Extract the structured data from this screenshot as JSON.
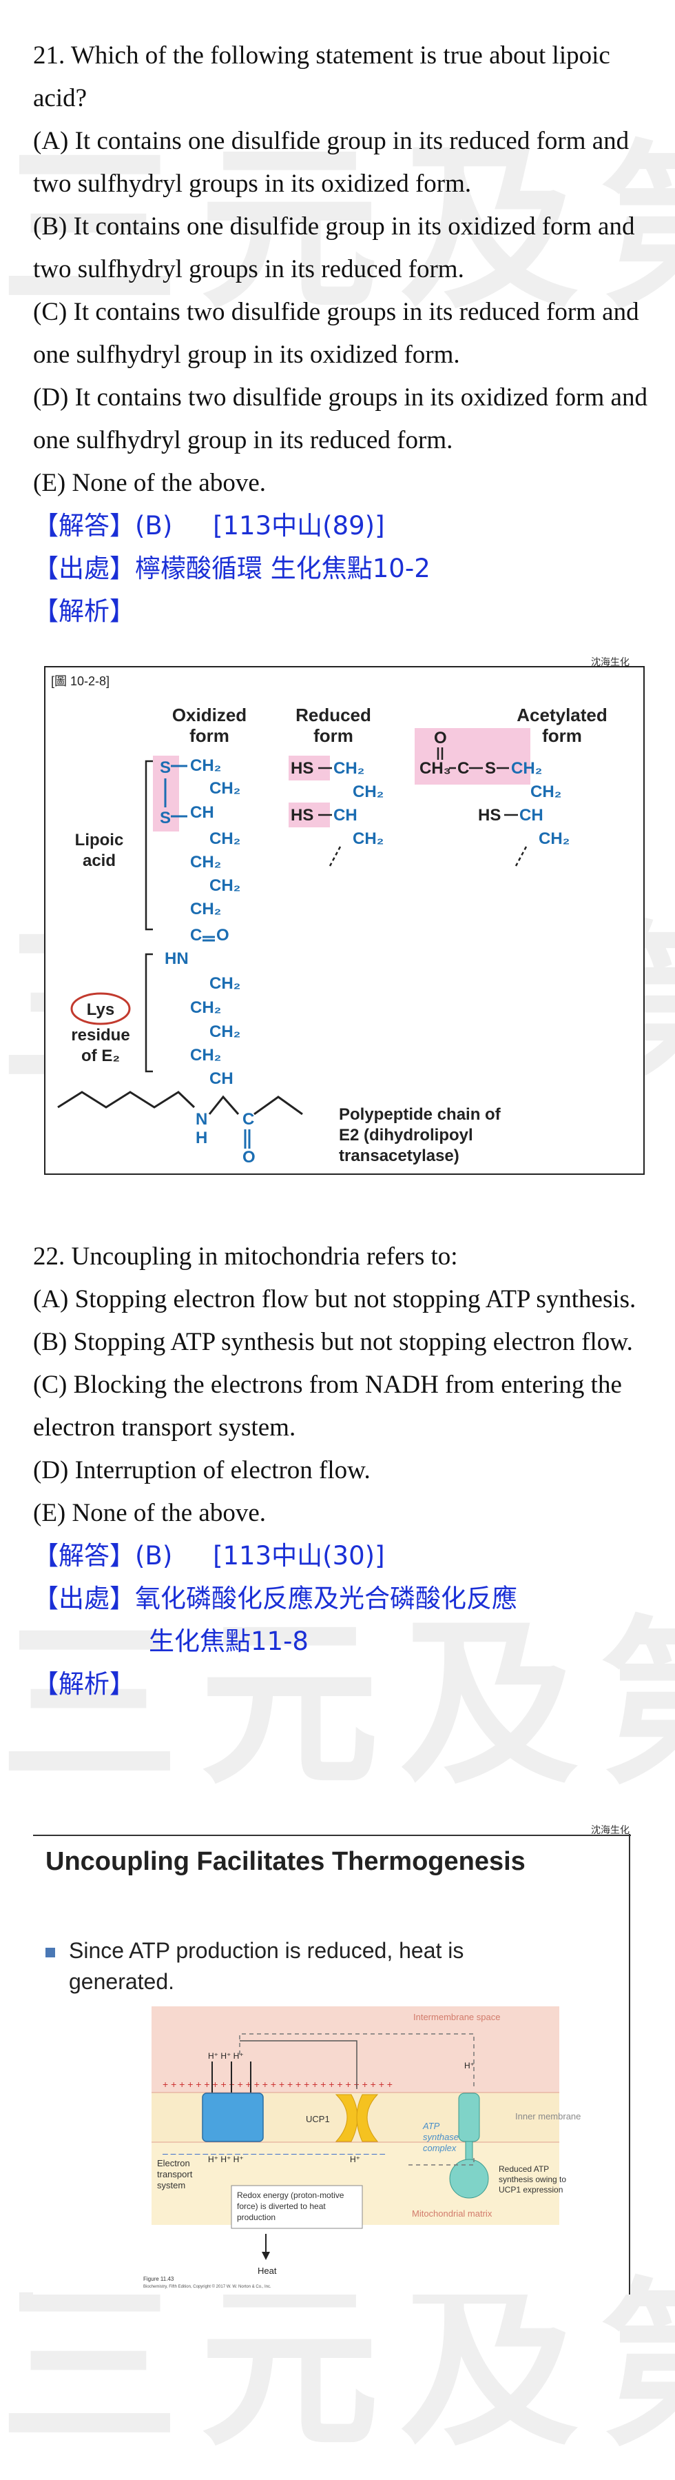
{
  "watermark": "三元及第",
  "q21": {
    "question": "21. Which of the following statement is true about lipoic acid?",
    "options": [
      "(A) It contains one disulfide group in its reduced form and two sulfhydryl groups in its oxidized form.",
      "(B) It contains one disulfide group in its oxidized form and two sulfhydryl groups in its reduced form.",
      "(C) It contains two disulfide groups in its reduced form and one sulfhydryl group in its oxidized form.",
      "(D) It contains two disulfide groups in its oxidized form and one sulfhydryl group in its reduced form.",
      "(E) None of the above."
    ],
    "answer_label": "【解答】",
    "answer": "(B)",
    "source_ref": "[113中山(89)]",
    "origin_label": "【出處】",
    "origin": "檸檬酸循環 生化焦點10-2",
    "analysis_label": "【解析】",
    "credit": "沈海生化",
    "figure": {
      "tag": "[圖 10-2-8]",
      "col_oxidized": "Oxidized form",
      "col_reduced": "Reduced form",
      "col_acetylated": "Acetylated form",
      "lipoic_label": "Lipoic acid",
      "lys_label": "Lys",
      "residue_label": "residue of E2",
      "chain_label": "Polypeptide chain of",
      "chain_label2": "E2 (dihydrolipoyl",
      "chain_label3": "transacetylase)"
    }
  },
  "q22": {
    "question": "22. Uncoupling in mitochondria refers to:",
    "options": [
      "(A) Stopping electron flow but not stopping ATP synthesis.",
      "(B) Stopping ATP synthesis but not stopping electron flow.",
      "(C) Blocking the electrons from NADH from entering the electron transport system.",
      "(D) Interruption of electron flow.",
      "(E) None of the above."
    ],
    "answer_label": "【解答】",
    "answer": "(B)",
    "source_ref": "[113中山(30)]",
    "origin_label": "【出處】",
    "origin_line1": "氧化磷酸化反應及光合磷酸化反應",
    "origin_line2": "生化焦點11-8",
    "analysis_label": "【解析】",
    "credit": "沈海生化",
    "slide": {
      "title": "Uncoupling Facilitates Thermogenesis",
      "bullet": "Since ATP production is reduced, heat is generated.",
      "intermembrane": "Intermembrane space",
      "inner_membrane": "Inner membrane",
      "matrix": "Mitochondrial matrix",
      "etc": "Electron transport system",
      "ucp1": "UCP1",
      "atp_synthase": "ATP synthase complex",
      "reduced_atp": "Reduced ATP synthesis owing to UCP1 expression",
      "redox": "Redox energy (proton-motive force) is diverted to heat production",
      "heat": "Heat",
      "figure_no": "Figure 11.43",
      "copyright": "Biochemistry, Fifth Edition, Copyright © 2017 W. W. Norton & Co., Inc."
    }
  }
}
